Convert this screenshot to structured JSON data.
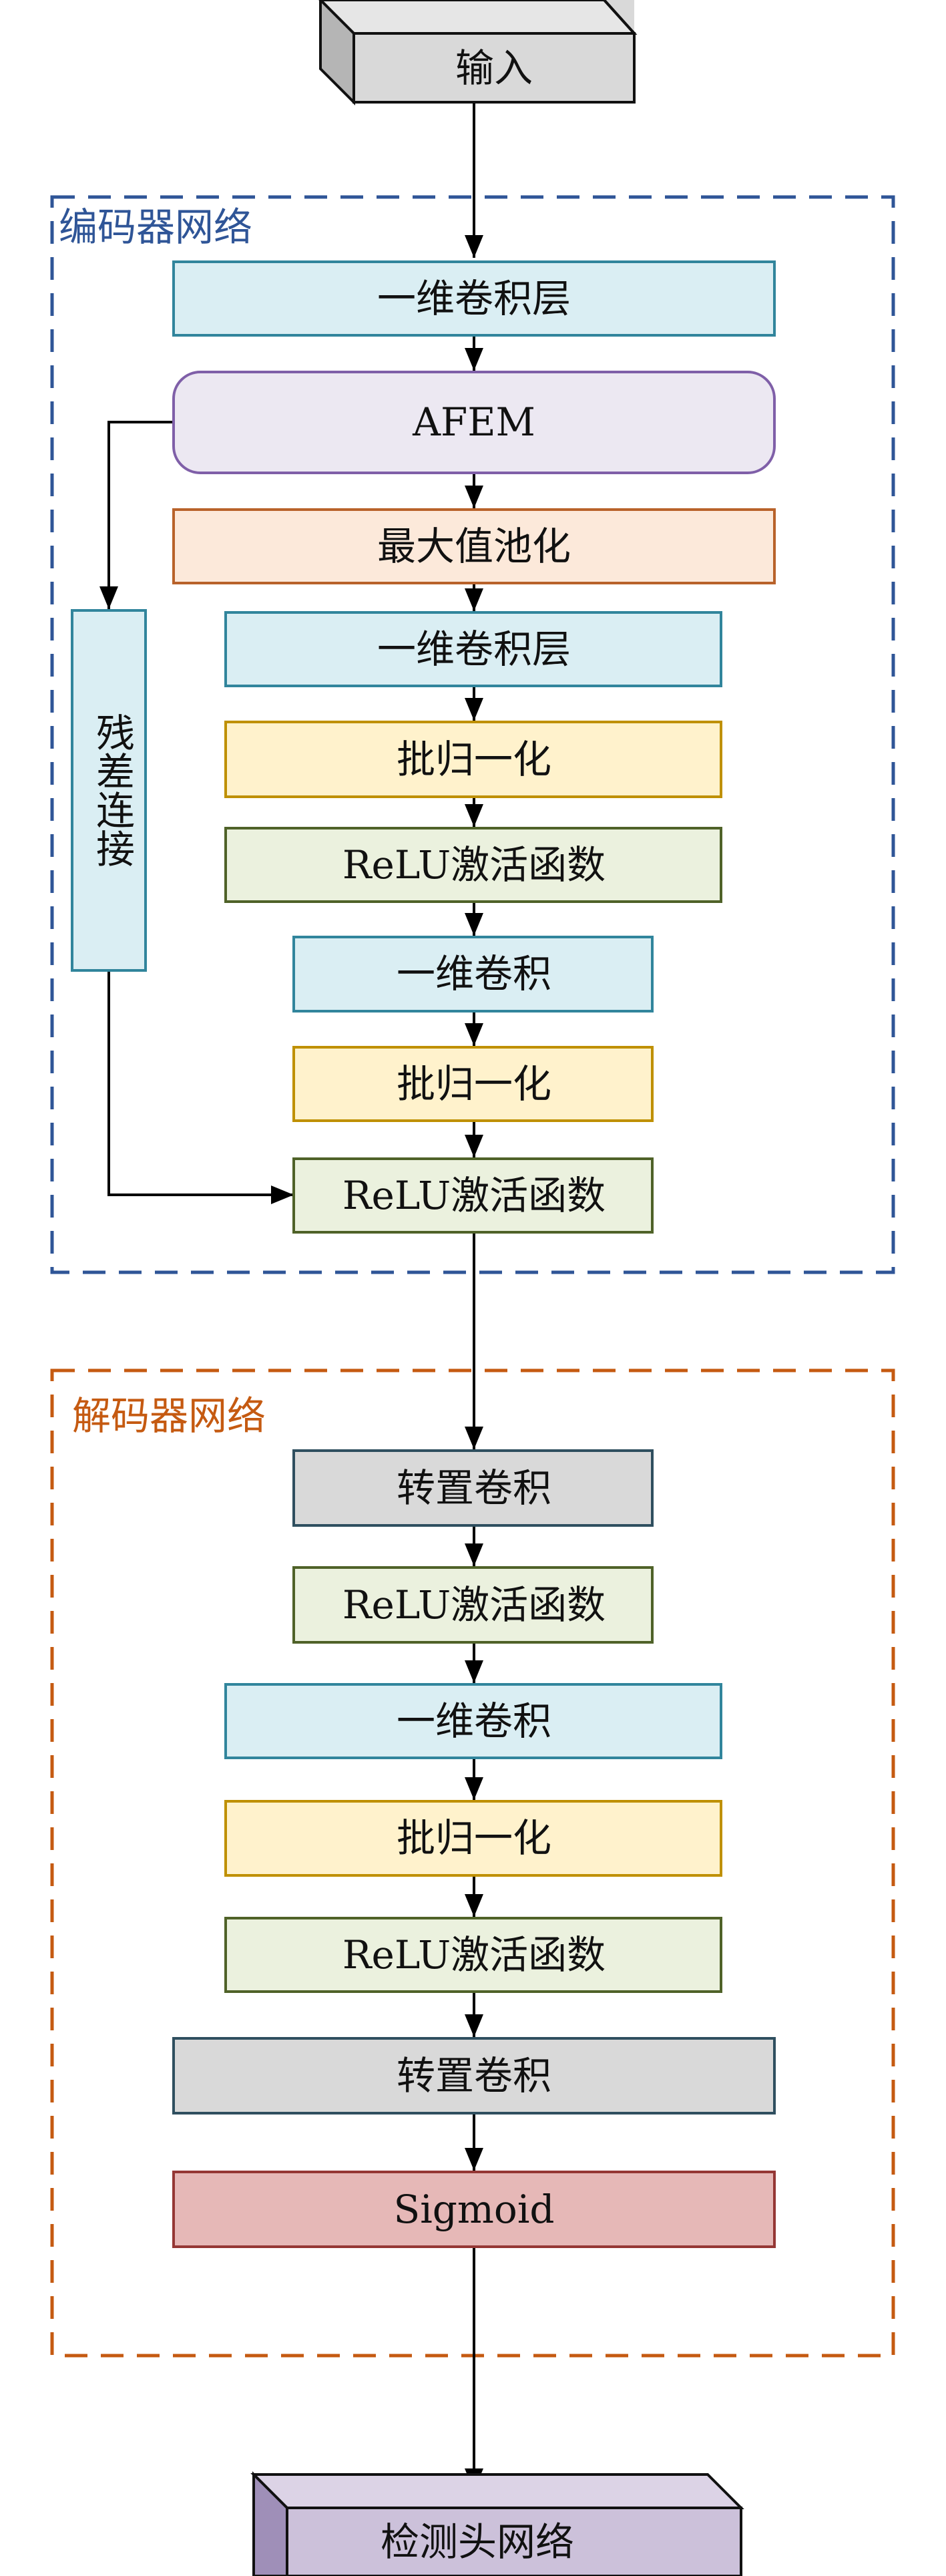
{
  "colors": {
    "encoder_border": "#2F5597",
    "decoder_border": "#C55A11",
    "blue": "#DAEEF3",
    "blue_edge": "#31859C",
    "purple": "#ECE8F2",
    "purple_edge": "#7F5FA8",
    "orange": "#FCE9DA",
    "orange_edge": "#B8622A",
    "yellow": "#FFF2CC",
    "yellow_edge": "#BF9000",
    "green": "#EBF1DE",
    "green_edge": "#4F6228",
    "gray": "#D9D9D9",
    "gray_edge": "#2F4F5F",
    "red": "#E6B8B7",
    "red_edge": "#953735",
    "head_fill": "#CCC1DA",
    "head_edge": "#111111"
  },
  "diagram": {
    "input": "输入",
    "encoder_label": "编码器网络",
    "decoder_label": "解码器网络",
    "residual": "残差连接",
    "encoder": [
      "一维卷积层",
      "AFEM",
      "最大值池化",
      "一维卷积层",
      "批归一化",
      "ReLU激活函数",
      "一维卷积",
      "批归一化",
      "ReLU激活函数"
    ],
    "decoder": [
      "转置卷积",
      "ReLU激活函数",
      "一维卷积",
      "批归一化",
      "ReLU激活函数",
      "转置卷积",
      "Sigmoid"
    ],
    "output": "检测头网络"
  }
}
